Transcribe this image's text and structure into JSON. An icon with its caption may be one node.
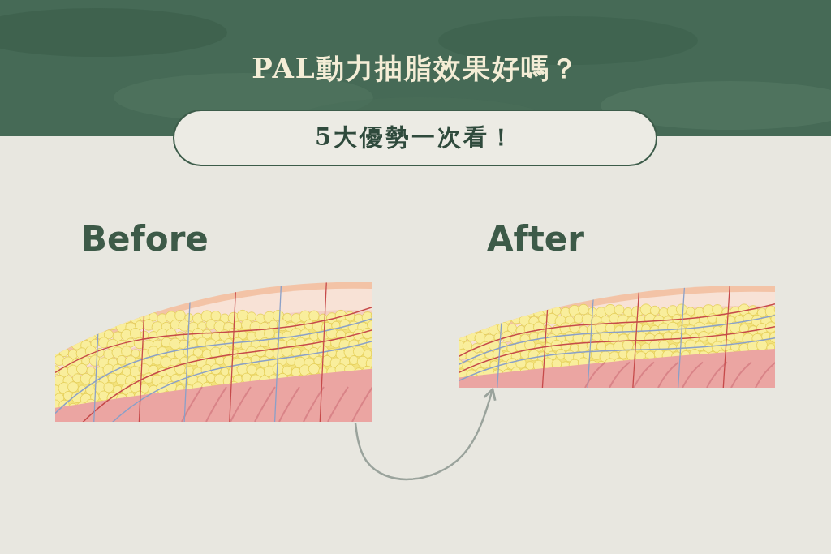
{
  "diagram": {
    "title": "PAL動力抽脂效果好嗎？",
    "nodes": [
      {
        "text": [
          "5大優勢一次看！"
        ]
      },
      {
        "text": [],
        "shape": "picture",
        "beside": [
          "Before"
        ]
      },
      {
        "text": [],
        "shape": "picture",
        "beside": [
          "After"
        ]
      }
    ],
    "edges": [
      {
        "from": 1,
        "to": 2,
        "arrow": "to"
      }
    ]
  }
}
